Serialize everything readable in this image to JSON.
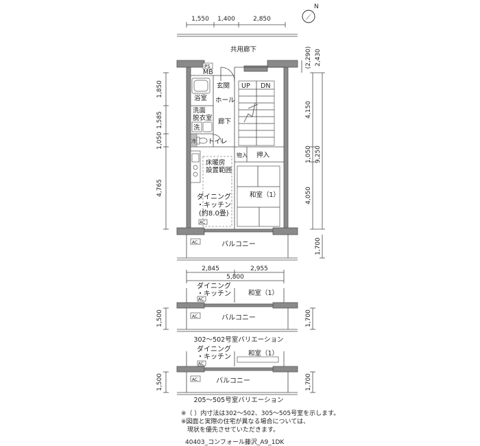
{
  "compass": {
    "north_label": "N"
  },
  "dims": {
    "top": [
      "1,550",
      "1,400",
      "2,850"
    ],
    "left": [
      "1,850",
      "1,585",
      "1,050",
      "4,765"
    ],
    "right_stair": "4,150",
    "right_oshiire": "1,050",
    "right_total": "9,250",
    "right_washitsu": "4,050",
    "right_corridor_paren": "(2,290)",
    "right_corridor": "2,430",
    "right_balcony": "1,700",
    "bottom": [
      "2,845",
      "2,955"
    ],
    "bottom_total": "5,800",
    "var1_left": "1,500",
    "var1_right": "1,700",
    "var2_left": "1,500",
    "var2_right": "1,700"
  },
  "labels": {
    "corridor": "共用廊下",
    "ps": "PS",
    "mb": "MB",
    "genkan": "玄関",
    "hall": "ホール",
    "bath": "浴室",
    "senmen1": "洗面",
    "senmen2": "脱衣室",
    "sen": "洗",
    "rouka": "廊下",
    "rei": "冷",
    "toilet": "トイレ",
    "up": "UP",
    "dn": "DN",
    "oshiire": "押入",
    "monoire": "物入",
    "floorheat1": "床暖房",
    "floorheat2": "設置範囲",
    "dk1": "ダイニング",
    "dk2": "・キッチン",
    "dk3": "(約8.0畳)",
    "washitsu": "和室（1）",
    "ac": "AC",
    "balcony": "バルコニー"
  },
  "variation1": {
    "dk1": "ダイニング",
    "dk2": "・キッチン",
    "washitsu": "和室（1）",
    "balcony": "バルコニー",
    "ac": "AC",
    "caption": "302～502号室バリエーション"
  },
  "variation2": {
    "dk1": "ダイニング",
    "dk2": "・キッチン",
    "washitsu": "和室（1）",
    "balcony": "バルコニー",
    "ac": "AC",
    "caption": "205～505号室バリエーション"
  },
  "notes": [
    "※（ ）内寸法は302～502、305～505号室を示します。",
    "※図面と実際の住宅が異なる場合については、",
    "　現状を優先させていただきます。"
  ],
  "footer": "40403_コンフォール藤沢_A9_1DK"
}
